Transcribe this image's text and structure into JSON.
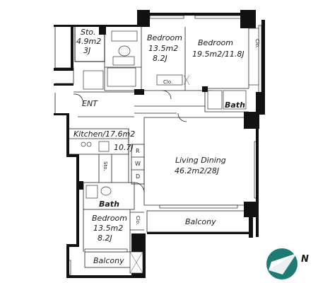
{
  "rooms": {
    "storage_top": {
      "name": "Sto.",
      "area": "4.9m2",
      "tatami": "3J"
    },
    "bedroom_a": {
      "name": "Bedroom",
      "area": "13.5m2",
      "tatami": "8.2J"
    },
    "bedroom_b": {
      "name": "Bedroom",
      "area": "19.5m2/11.8J"
    },
    "entrance": {
      "name": "ENT"
    },
    "bath_top": {
      "name": "Bath"
    },
    "kitchen": {
      "name": "Kitchen/17.6m2",
      "tatami": "10.7J"
    },
    "living_dining": {
      "name": "Living Dining",
      "area": "46.2m2/28J"
    },
    "bath_bottom": {
      "name": "Bath"
    },
    "bedroom_c": {
      "name": "Bedroom",
      "area": "13.5m2",
      "tatami": "8.2J"
    },
    "balcony_main": {
      "name": "Balcony"
    },
    "balcony_small": {
      "name": "Balcony"
    }
  },
  "small_labels": {
    "closet_a": "Clo.",
    "closet_b": "Clo.",
    "closet_c": "Clo.",
    "storage_side": "Sto.",
    "fridge": "R",
    "washer": "W",
    "dryer": "D"
  },
  "compass": {
    "label": "N",
    "color": "#1f7a73"
  }
}
